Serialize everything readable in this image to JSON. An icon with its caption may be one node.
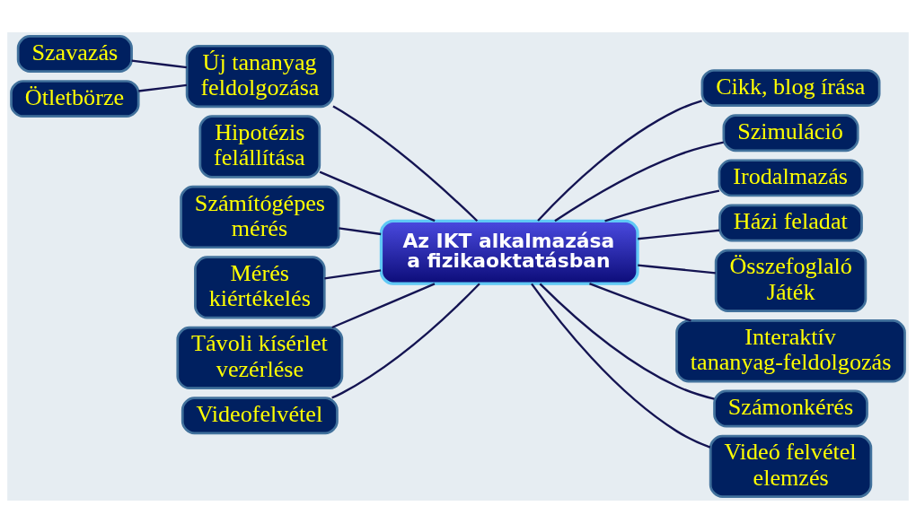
{
  "diagram": {
    "nodes": [
      {
        "text": [
          "Az IKT alkalmazása a fizikaoktatásban"
        ]
      },
      {
        "text": [
          "Szimuláció"
        ]
      },
      {
        "text": [
          "Szavazás"
        ]
      },
      {
        "text": [
          "Új tananyag feldolgozása"
        ]
      },
      {
        "text": [
          "Cikk, blog írása"
        ]
      },
      {
        "text": [
          "Ötletbörze"
        ]
      },
      {
        "text": [
          "Irodalmazás"
        ]
      },
      {
        "text": [
          "Hipotézis felállítása"
        ]
      },
      {
        "text": [
          "Házi feladat"
        ]
      },
      {
        "text": [
          "Számítógépes mérés"
        ]
      },
      {
        "text": [
          "Összefoglaló Játék"
        ]
      },
      {
        "text": [
          "Mérés kiértékelés"
        ]
      },
      {
        "text": [
          "Interaktív tananyag-feldolgozás"
        ]
      },
      {
        "text": [
          "Távoli kísérlet vezérlése"
        ]
      },
      {
        "text": [
          "Számonkérés"
        ]
      },
      {
        "text": [
          "Videó felvétel elemzés"
        ]
      },
      {
        "text": [
          "Videofelvétel"
        ]
      }
    ],
    "edges": [
      {
        "from": 0,
        "to": 1,
        "arrow": "none"
      },
      {
        "from": 0,
        "to": 3,
        "arrow": "none"
      },
      {
        "from": 3,
        "to": 2,
        "arrow": "none"
      },
      {
        "from": 3,
        "to": 5,
        "arrow": "none"
      },
      {
        "from": 0,
        "to": 4,
        "arrow": "none"
      },
      {
        "from": 0,
        "to": 6,
        "arrow": "none"
      },
      {
        "from": 0,
        "to": 7,
        "arrow": "none"
      },
      {
        "from": 0,
        "to": 8,
        "arrow": "none"
      },
      {
        "from": 0,
        "to": 9,
        "arrow": "none"
      },
      {
        "from": 0,
        "to": 10,
        "arrow": "none"
      },
      {
        "from": 0,
        "to": 11,
        "arrow": "none"
      },
      {
        "from": 0,
        "to": 12,
        "arrow": "none"
      },
      {
        "from": 0,
        "to": 13,
        "arrow": "none"
      },
      {
        "from": 0,
        "to": 14,
        "arrow": "none"
      },
      {
        "from": 0,
        "to": 15,
        "arrow": "none"
      },
      {
        "from": 0,
        "to": 16,
        "arrow": "none"
      }
    ]
  }
}
